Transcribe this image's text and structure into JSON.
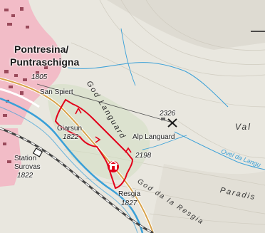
{
  "map": {
    "town_line1": "Pontresina/",
    "town_line2": "Puntraschigna",
    "town_elevation": "1805",
    "place_san_spiert": "San Spiert",
    "place_giarsun": "Giarsun",
    "giarsun_elevation": "1822",
    "place_station_line1": "Station",
    "place_station_line2": "Surovas",
    "station_elevation": "1822",
    "place_alp_languard": "Alp Languard",
    "alp_elevation": "2198",
    "summit_elevation": "2326",
    "place_resgia": "Resgia",
    "resgia_elevation": "1827",
    "valley_god_languard": "God Languard",
    "valley_god_resgia": "God da la Resgia",
    "valley_val": "Val",
    "valley_paradis": "Paradis",
    "stream_ovel": "Ovel da Langu",
    "colors": {
      "route": "#e2001a",
      "water": "#3aa0d8",
      "urban": "#f2bcc7",
      "terrain": "#e9e7df"
    },
    "icons": [
      "lift-cross-icon",
      "hut-icon"
    ]
  }
}
